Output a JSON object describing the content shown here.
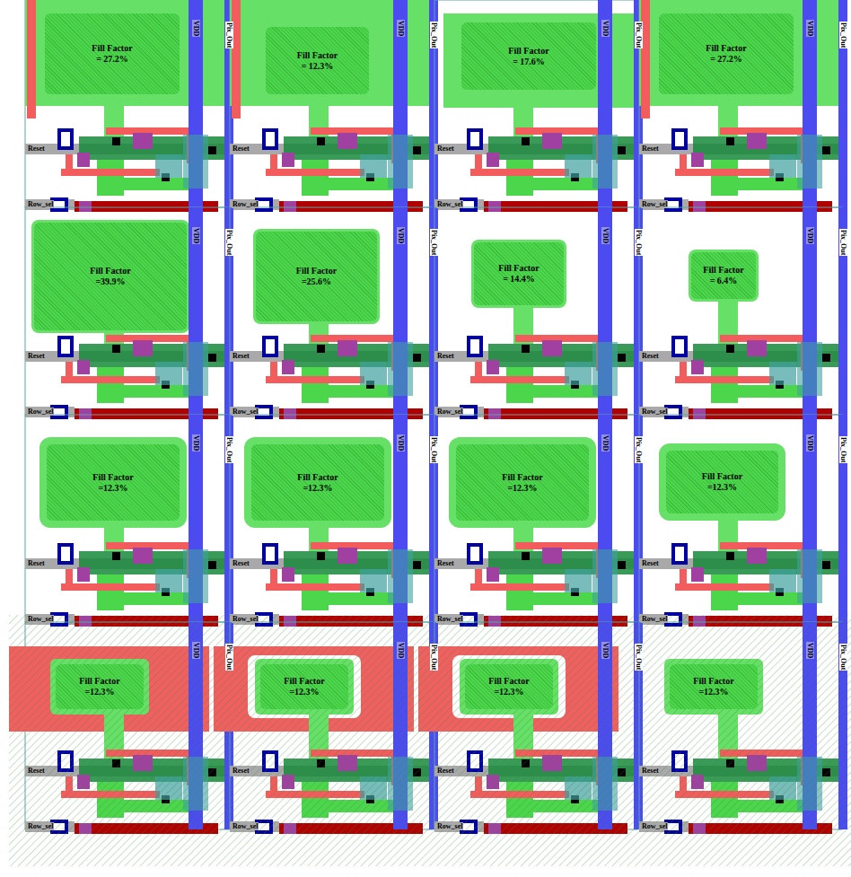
{
  "diagram": {
    "nodes": [
      {
        "text": [
          "Fill Factor",
          "= 27.2%"
        ]
      },
      {
        "text": [
          "Fill Factor",
          "= 12.3%"
        ]
      },
      {
        "text": [
          "Fill Factor",
          "= 17.6%"
        ]
      },
      {
        "text": [
          "Fill Factor",
          "= 27.2%"
        ]
      },
      {
        "text": [
          "Fill Factor",
          "=39.9%"
        ]
      },
      {
        "text": [
          "Fill Factor",
          "=25.6%"
        ]
      },
      {
        "text": [
          "Fill Factor",
          "= 14.4%"
        ]
      },
      {
        "text": [
          "Fill Factor",
          "= 6.4%"
        ]
      },
      {
        "text": [
          "Fill Factor",
          "=12.3%"
        ]
      },
      {
        "text": [
          "Fill Factor",
          "=12.3%"
        ]
      },
      {
        "text": [
          "Fill Factor",
          "=12.3%"
        ]
      },
      {
        "text": [
          "Fill Factor",
          "=12.3%"
        ]
      },
      {
        "text": [
          "Fill Factor",
          "=12.3%"
        ]
      },
      {
        "text": [
          "Fill Factor",
          "=12.3%"
        ]
      },
      {
        "text": [
          "Fill Factor",
          "=12.3%"
        ]
      },
      {
        "text": [
          "Fill Factor",
          "=12.3%"
        ]
      }
    ],
    "labels": [
      "Reset",
      "Row_sel",
      "VDD",
      "Pix_Out",
      "Reset",
      "Row_sel",
      "VDD",
      "Pix_Out",
      "Reset",
      "Row_sel",
      "VDD",
      "Pix_Out",
      "Reset",
      "Row_sel",
      "VDD",
      "Pix_Out",
      "Reset",
      "Row_sel",
      "VDD",
      "Pix_Out",
      "Reset",
      "Row_sel",
      "VDD",
      "Pix_Out",
      "Reset",
      "Row_sel",
      "VDD",
      "Pix_Out",
      "Reset",
      "Row_sel",
      "VDD",
      "Pix_Out",
      "Reset",
      "Row_sel",
      "VDD",
      "Pix_Out",
      "Reset",
      "Row_sel",
      "VDD",
      "Pix_Out",
      "Reset",
      "Row_sel",
      "VDD",
      "Pix_Out",
      "Reset",
      "Row_sel",
      "VDD",
      "Pix_Out",
      "Reset",
      "Row_sel",
      "VDD",
      "Pix_Out",
      "Reset",
      "Row_sel",
      "VDD",
      "Pix_Out",
      "Reset",
      "Row_sel",
      "VDD",
      "Pix_Out",
      "Reset",
      "Row_sel",
      "VDD",
      "Pix_Out"
    ]
  }
}
